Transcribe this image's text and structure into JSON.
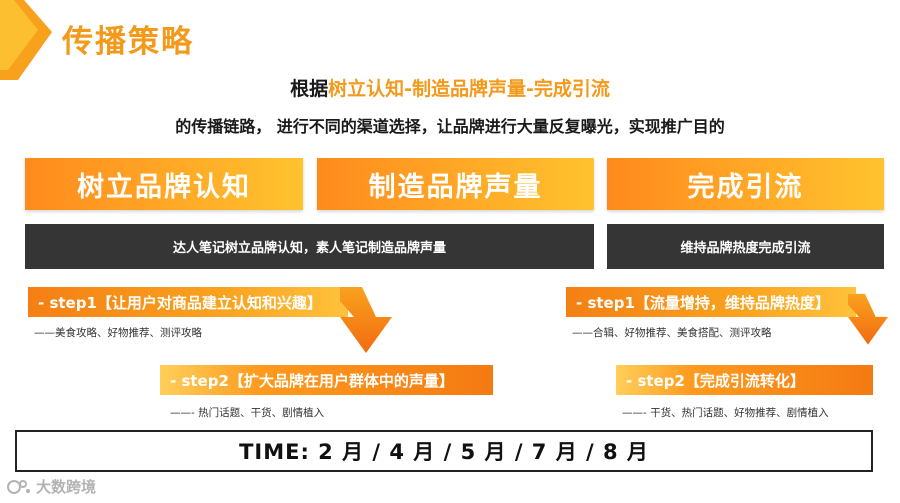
{
  "page_title": "传播策略",
  "headline": {
    "prefix": "根据",
    "highlight": "树立认知-制造品牌声量-完成引流"
  },
  "subline": "的传播链路， 进行不同的渠道选择，让品牌进行大量反复曝光，实现推广目的",
  "phases": [
    "树立品牌认知",
    "制造品牌声量",
    "完成引流"
  ],
  "dark_bars": [
    "达人笔记树立品牌认知，素人笔记制造品牌声量",
    "维持品牌热度完成引流"
  ],
  "left_steps": {
    "step1": "- step1【让用户对商品建立认知和兴趣】",
    "step1_note": "——美食攻略、好物推荐、测评攻略",
    "step2": "- step2【扩大品牌在用户群体中的声量】",
    "step2_note": "——- 热门话题、干货、剧情植入"
  },
  "right_steps": {
    "step1": "- step1【流量增持，维持品牌热度】",
    "step1_note": "——合辑、好物推荐、美食搭配、测评攻略",
    "step2": "- step2【完成引流转化】",
    "step2_note": "——- 干货、热门话题、好物推荐、剧情植入"
  },
  "time_line": "TIME:  2 月  /  4 月  /  5 月  /  7 月  /  8 月",
  "watermark": "大数跨境",
  "colors": {
    "accent": "#f39a1b",
    "dark_bar": "#353535"
  }
}
